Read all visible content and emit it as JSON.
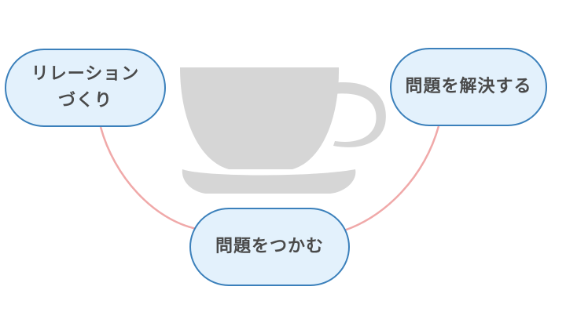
{
  "colors": {
    "node_fill": "#e3f1fc",
    "node_border": "#3b80bb",
    "node_text": "#4a4a4a",
    "connector": "#f0a9a9",
    "cup": "#d6d6d6"
  },
  "icons": {
    "background": "coffee-cup-icon"
  },
  "nodes": {
    "relation": {
      "label": "リレーション\nづくり"
    },
    "solve": {
      "label": "問題を解決する"
    },
    "grasp": {
      "label": "問題をつかむ"
    }
  }
}
